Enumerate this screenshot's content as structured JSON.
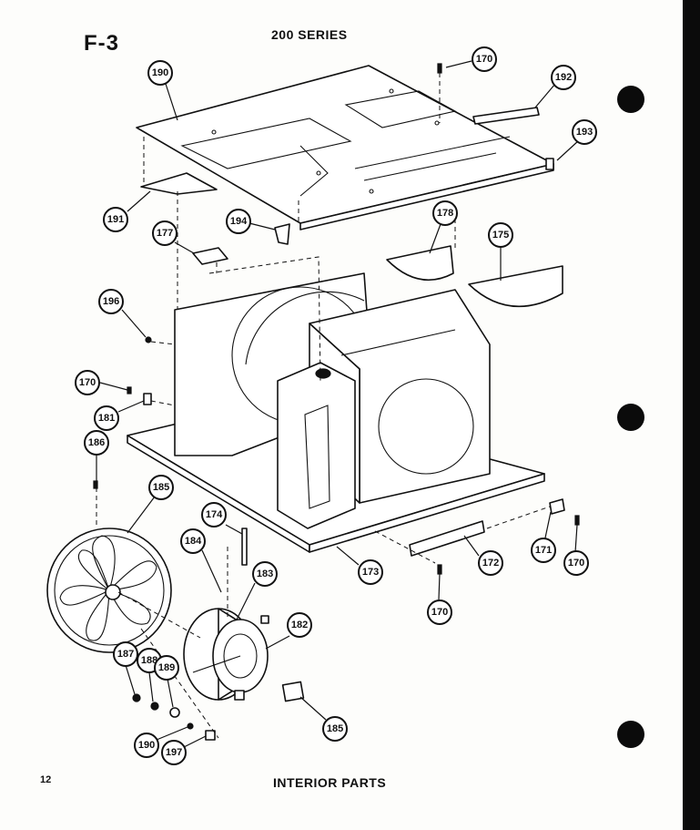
{
  "header": {
    "figure_id": "F-3",
    "series_title": "200 SERIES"
  },
  "footer": {
    "page_number": "12",
    "section_title": "INTERIOR PARTS"
  },
  "callouts": [
    {
      "id": "c190",
      "label": "190"
    },
    {
      "id": "c170a",
      "label": "170"
    },
    {
      "id": "c192",
      "label": "192"
    },
    {
      "id": "c193",
      "label": "193"
    },
    {
      "id": "c191",
      "label": "191"
    },
    {
      "id": "c194",
      "label": "194"
    },
    {
      "id": "c177",
      "label": "177"
    },
    {
      "id": "c178",
      "label": "178"
    },
    {
      "id": "c175",
      "label": "175"
    },
    {
      "id": "c196",
      "label": "196"
    },
    {
      "id": "c170b",
      "label": "170"
    },
    {
      "id": "c181",
      "label": "181"
    },
    {
      "id": "c186",
      "label": "186"
    },
    {
      "id": "c185a",
      "label": "185"
    },
    {
      "id": "c174",
      "label": "174"
    },
    {
      "id": "c184",
      "label": "184"
    },
    {
      "id": "c183",
      "label": "183"
    },
    {
      "id": "c173",
      "label": "173"
    },
    {
      "id": "c172",
      "label": "172"
    },
    {
      "id": "c171",
      "label": "171"
    },
    {
      "id": "c170c",
      "label": "170"
    },
    {
      "id": "c170d",
      "label": "170"
    },
    {
      "id": "c182",
      "label": "182"
    },
    {
      "id": "c187",
      "label": "187"
    },
    {
      "id": "c188",
      "label": "188"
    },
    {
      "id": "c189",
      "label": "189"
    },
    {
      "id": "c185b",
      "label": "185"
    },
    {
      "id": "c190b",
      "label": "190"
    },
    {
      "id": "c197",
      "label": "197"
    }
  ]
}
